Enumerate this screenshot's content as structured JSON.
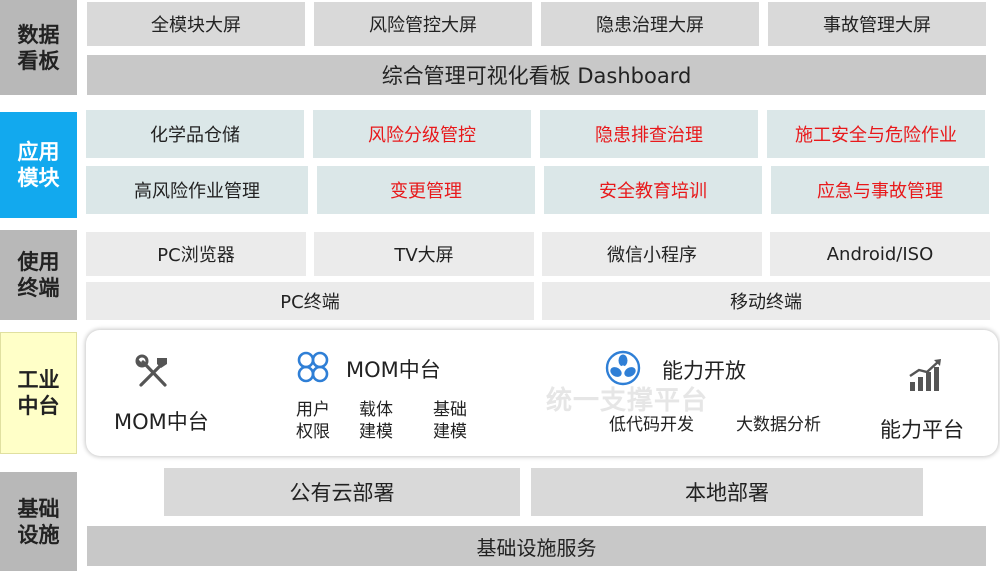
{
  "layers": {
    "dashboard": {
      "label": "数据\n看板"
    },
    "apps": {
      "label": "应用\n模块"
    },
    "terminals": {
      "label": "使用\n终端"
    },
    "platform": {
      "label": "工业\n中台"
    },
    "infra": {
      "label": "基础\n设施"
    }
  },
  "dashboard": {
    "screens": [
      "全模块大屏",
      "风险管控大屏",
      "隐患治理大屏",
      "事故管理大屏"
    ],
    "main": "综合管理可视化看板 Dashboard"
  },
  "apps": {
    "row1": [
      "化学品仓储",
      "风险分级管控",
      "隐患排查治理",
      "施工安全与危险作业"
    ],
    "row2": [
      "高风险作业管理",
      "变更管理",
      "安全教育培训",
      "应急与事故管理"
    ]
  },
  "terminals": {
    "devices": [
      "PC浏览器",
      "TV大屏",
      "微信小程序",
      "Android/ISO"
    ],
    "groups": [
      "PC终端",
      "移动终端"
    ]
  },
  "platform": {
    "watermark": "统一支撑平台",
    "mom_tools": {
      "title": "MOM中台",
      "icon": "tools-icon"
    },
    "mom_center": {
      "title": "MOM中台",
      "icon": "four-petal-icon",
      "items": [
        "用户\n权限",
        "载体\n建模",
        "基础\n建模"
      ]
    },
    "capability_open": {
      "title": "能力开放",
      "icon": "fan-icon",
      "items": [
        "低代码开发",
        "大数据分析"
      ]
    },
    "capability_platform": {
      "title": "能力平台",
      "icon": "bar-chart-icon"
    }
  },
  "infra": {
    "deploy": [
      "公有云部署",
      "本地部署"
    ],
    "base": "基础设施服务"
  },
  "colors": {
    "side_gray": "#b8b8b8",
    "side_blue": "#12a9ee",
    "side_yellow": "#ffffc8",
    "highlight_red": "#e8191b",
    "teal_box": "#dbe7e8"
  }
}
